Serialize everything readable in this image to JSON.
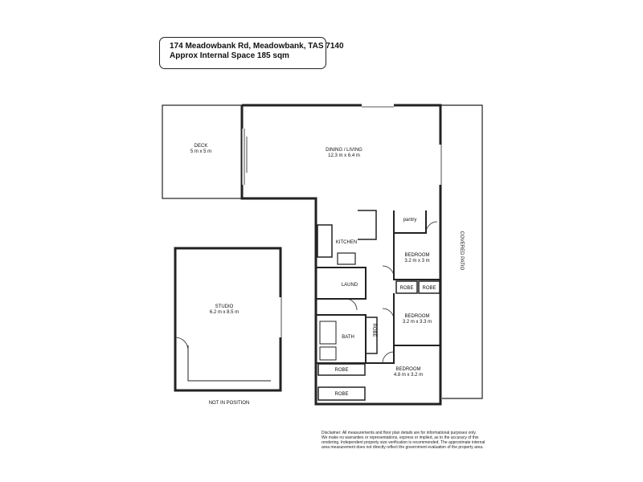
{
  "header": {
    "address": "174 Meadowbank Rd, Meadowbank, TAS 7140",
    "area": "Approx Internal Space 185 sqm"
  },
  "rooms": {
    "deck": {
      "name": "DECK",
      "size": "5 m x 5 m"
    },
    "dining_living": {
      "name": "DINING / LIVING",
      "size": "12.3 m x 6.4 m"
    },
    "pantry": {
      "name": "pantry"
    },
    "kitchen": {
      "name": "KITCHEN"
    },
    "bedroom_1": {
      "name": "BEDROOM",
      "size": "3.2 m x 3 m"
    },
    "laund": {
      "name": "LAUND"
    },
    "robe_1": {
      "name": "ROBE"
    },
    "robe_2": {
      "name": "ROBE"
    },
    "bedroom_2": {
      "name": "BEDROOM",
      "size": "3.2 m x 3.3 m"
    },
    "bath": {
      "name": "BATH"
    },
    "robe_3": {
      "name": "ROBE"
    },
    "bedroom_3": {
      "name": "BEDROOM",
      "size": "4.8 m x 3.2 m"
    },
    "robe_4": {
      "name": "ROBE"
    },
    "robe_5": {
      "name": "ROBE"
    },
    "studio": {
      "name": "STUDIO",
      "size": "6.2 m x 8.5 m"
    },
    "covered_patio": {
      "name": "COVERED PATIO"
    }
  },
  "not_in_position": "NOT IN POSITION",
  "disclaimer": [
    "Disclaimer: All measurements and floor plan details are for informational purposes only.",
    "We make no warranties or representations, express or implied, as to the accuracy of this",
    "rendering. Independent property size verification is recommended. The approximate internal",
    "area measurement does not directly reflect the government evaluation of the property area."
  ]
}
